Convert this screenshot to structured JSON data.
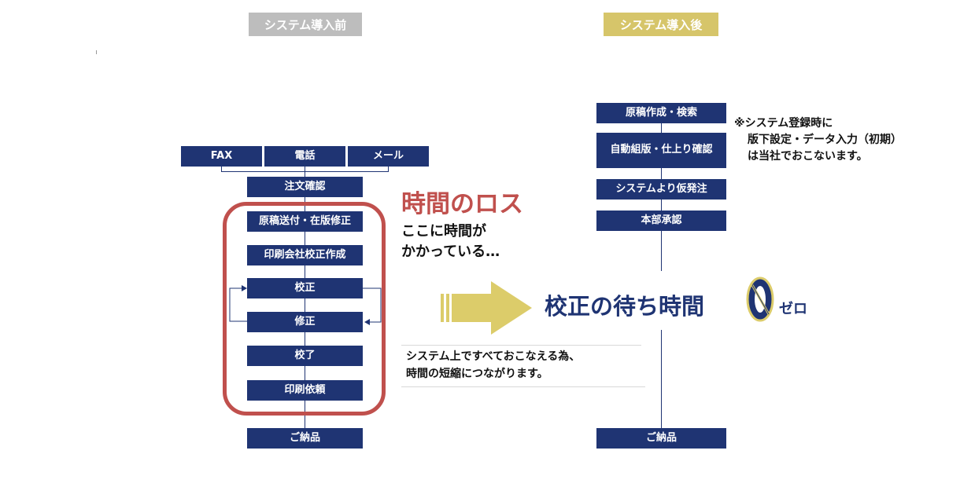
{
  "colors": {
    "navy": "#1f3473",
    "before_header": "#bdbdbd",
    "after_header": "#d6c56a",
    "loss_red": "#c0504d",
    "arrow_yellow": "#dccc6a"
  },
  "before": {
    "header": "システム導入前",
    "inputs": [
      "FAX",
      "電話",
      "メール"
    ],
    "steps": {
      "order": "注文確認",
      "send": "原稿送付・在版修正",
      "create": "印刷会社校正作成",
      "proof": "校正",
      "fix": "修正",
      "done": "校了",
      "request": "印刷依頼",
      "deliver": "ご納品"
    },
    "loss_title": "時間のロス",
    "loss_text": [
      "ここに時間が",
      "かかっている…"
    ]
  },
  "middle": {
    "note": [
      "システム上ですべておこなえる為、",
      "時間の短縮につながります。"
    ]
  },
  "after": {
    "header": "システム導入後",
    "steps": [
      "原稿作成・検索",
      "自動組版・仕上り確認",
      "システムより仮発注",
      "本部承認"
    ],
    "deliver": "ご納品",
    "note": [
      "※システム登録時に",
      "版下設定・データ入力（初期）",
      "は当社でおこないます。"
    ],
    "zero_main": "校正の待ち時間",
    "zero_symbol": "0",
    "zero_suffix": "ゼロ"
  }
}
